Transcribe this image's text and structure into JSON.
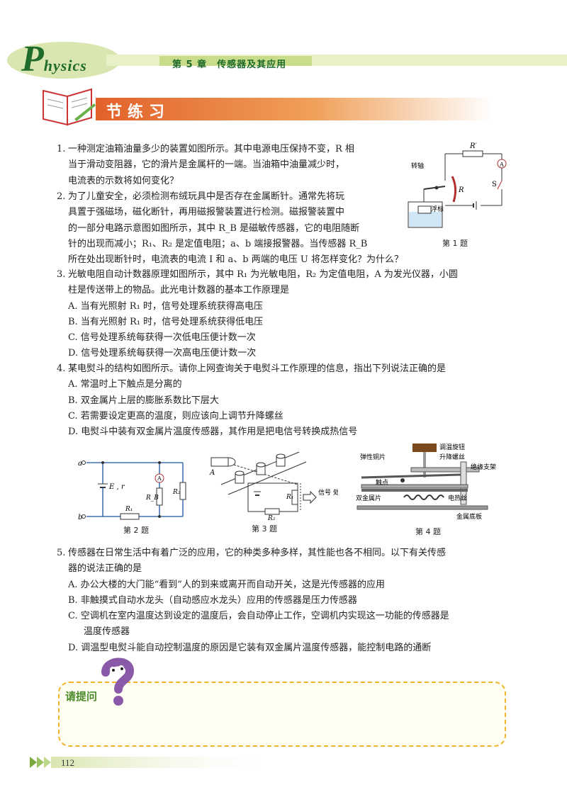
{
  "header": {
    "logo_big": "P",
    "logo_rest": "hysics",
    "chapter": "第 5 章　传感器及其应用"
  },
  "section": {
    "title": "节练习"
  },
  "q1": {
    "number": "1.",
    "lines": [
      "一种测定油箱油量多少的装置如图所示。其中电源电压保持不变，R 相",
      "当于滑动变阻器，它的滑片是金属杆的一端。当油箱中油量减少时，",
      "电流表的示数将如何变化？"
    ]
  },
  "q2": {
    "number": "2.",
    "lines": [
      "为了儿童安全，必须检测布绒玩具中是否存在金属断针。通常先将玩",
      "具置于强磁场，磁化断针，再用磁报警装置进行检测。磁报警装置中",
      "的一部分电路示意图如图所示，其中 R_B 是磁敏传感器，它的电阻随断",
      "针的出现而减小；R₁、R₂ 是定值电阻；a、b 端接报警器。当传感器 R_B",
      "所在处出现断针时，电流表的电流 I 和 a、b 两端的电压 U 将怎样变化？为什么？"
    ]
  },
  "q3": {
    "number": "3.",
    "lines": [
      "光敏电阻自动计数器原理如图所示，其中 R₁ 为光敏电阻，R₂ 为定值电阻，A 为发光仪器，小圆",
      "柱是传送带上的物品。此光电计数器的基本工作原理是"
    ],
    "options": [
      "A. 当有光照射 R₁ 时，信号处理系统获得高电压",
      "B. 当有光照射 R₁ 时，信号处理系统获得低电压",
      "C. 信号处理系统每获得一次低电压便计数一次",
      "D. 信号处理系统每获得一次高电压便计数一次"
    ]
  },
  "q4": {
    "number": "4.",
    "lines": [
      "某电熨斗的结构如图所示。请你上网查询关于电熨斗工作原理的信息，指出下列说法正确的是"
    ],
    "options": [
      "A. 常温时上下触点是分离的",
      "B. 双金属片上层的膨胀系数比下层大",
      "C. 若需要设定更高的温度，则应该向上调节升降螺丝",
      "D. 电熨斗中装有双金属片温度传感器，其作用是把电信号转换成热信号"
    ]
  },
  "q5": {
    "number": "5.",
    "lines": [
      "传感器在日常生活中有着广泛的应用，它的种类多种多样，其性能也各不相同。以下有关传感",
      "器的说法正确的是"
    ],
    "options": [
      "A. 办公大楼的大门能“看到”人的到来或离开而自动开关，这是光传感器的应用",
      "B. 非触摸式自动水龙头（自动感应水龙头）应用的传感器是压力传感器",
      "C. 空调机在室内温度达到设定的温度后，会自动停止工作，空调机内实现这一功能的传感器是",
      "温度传感器",
      "D. 调温型电熨斗能自动控制温度的原因是它装有双金属片温度传感器，能控制电路的通断"
    ]
  },
  "fig1": {
    "caption": "第 1 题",
    "labels": {
      "pivot": "转轴",
      "float": "浮标",
      "r": "R",
      "rprime": "R′",
      "ammeter": "A",
      "switch": "S"
    }
  },
  "fig2": {
    "caption": "第 2 题",
    "labels": {
      "a": "a",
      "b": "b",
      "emf": "E , r",
      "ammeter": "A",
      "rb": "R_B",
      "r1": "R₁",
      "r2": "R₂"
    }
  },
  "fig3": {
    "caption": "第 3 题",
    "labels": {
      "a": "A",
      "r1": "R₁",
      "r2": "R₂",
      "signal": "信号\n处理"
    }
  },
  "fig4": {
    "caption": "第 4 题",
    "labels": [
      "调温旋钮",
      "升降螺丝",
      "弹性铜片",
      "绝缘支架",
      "触点",
      "电热丝",
      "双金属片",
      "金属底板"
    ]
  },
  "ask": {
    "label": "请提问"
  },
  "footer": {
    "page": "112"
  },
  "colors": {
    "accent_orange": "#e2612a",
    "header_green": "#1f6b2a",
    "ask_border": "#f0b428"
  }
}
